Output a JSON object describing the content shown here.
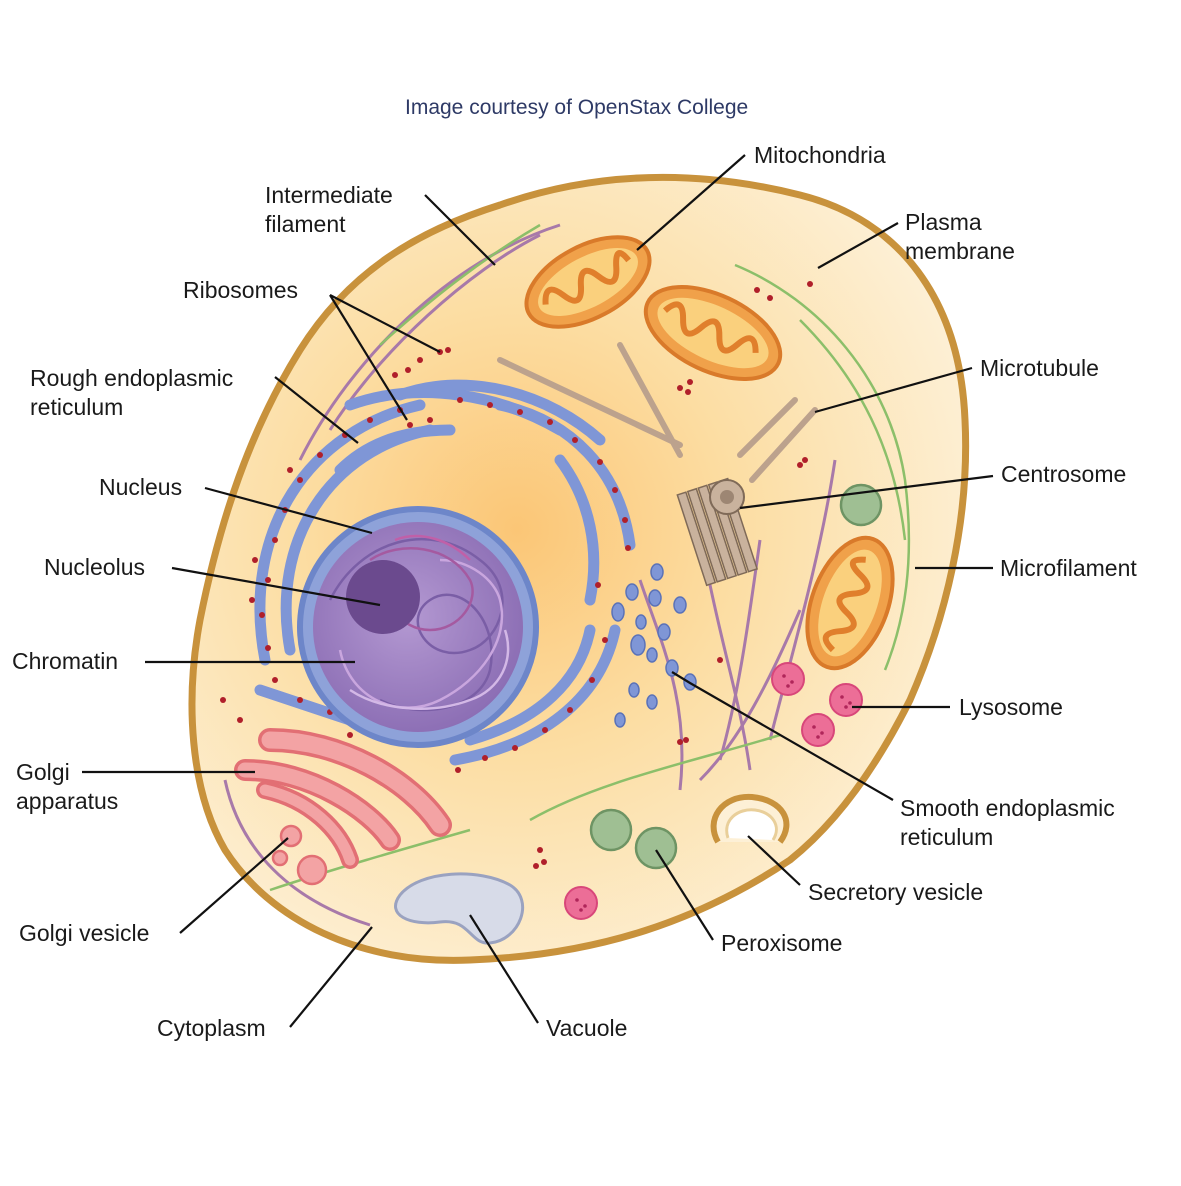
{
  "credit": "Image courtesy of OpenStax College",
  "labels": {
    "mitochondria": "Mitochondria",
    "plasma_membrane": [
      "Plasma",
      "membrane"
    ],
    "intermediate_filament": [
      "Intermediate",
      "filament"
    ],
    "ribosomes": "Ribosomes",
    "rough_er": [
      "Rough endoplasmic",
      "reticulum"
    ],
    "microtubule": "Microtubule",
    "nucleus": "Nucleus",
    "centrosome": "Centrosome",
    "nucleolus": "Nucleolus",
    "microfilament": "Microfilament",
    "chromatin": "Chromatin",
    "lysosome": "Lysosome",
    "golgi_apparatus": [
      "Golgi",
      "apparatus"
    ],
    "smooth_er": [
      "Smooth endoplasmic",
      "reticulum"
    ],
    "secretory_vesicle": "Secretory vesicle",
    "golgi_vesicle": "Golgi vesicle",
    "peroxisome": "Peroxisome",
    "cytoplasm": "Cytoplasm",
    "vacuole": "Vacuole"
  },
  "colors": {
    "membrane": "#c8923c",
    "cytoplasm": "#fbe9c4",
    "nucleus_envelope": "#6d86c9",
    "nucleus": "#9d7fbf",
    "nucleolus": "#6b4a8e",
    "er": "#7f96d6",
    "ribosome": "#b01f2a",
    "mitochondria": "#f0a14a",
    "golgi": "#f3a3a4",
    "lysosome": "#ec6e97",
    "peroxisome": "#9fbf93",
    "vacuole": "#d7dbe8",
    "cytoskeleton_purple": "#a879a9",
    "microfilament_green": "#8cbf6a",
    "microtubule_tan": "#bca28d"
  }
}
